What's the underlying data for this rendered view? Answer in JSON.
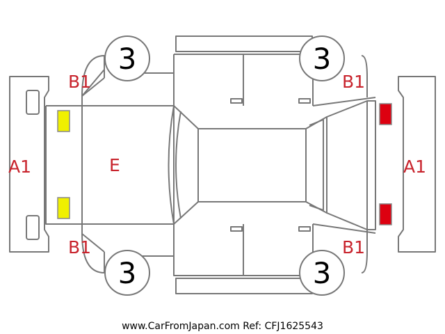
{
  "colors": {
    "damage_mark": "#c8232c",
    "line": "#777777",
    "light_yellow": "#f0f000",
    "light_red": "#dd0010"
  },
  "marks": {
    "front_bumper": "A1",
    "rear_bumper": "A1",
    "fender_front_left": "B1",
    "fender_rear_left": "B1",
    "fender_front_right": "B1",
    "fender_rear_right": "B1",
    "hood": "E"
  },
  "wheels": {
    "front_left": "3",
    "rear_left": "3",
    "front_right": "3",
    "rear_right": "3"
  },
  "footer": {
    "text": "www.CarFromJapan.com Ref: CFJ1625543"
  }
}
